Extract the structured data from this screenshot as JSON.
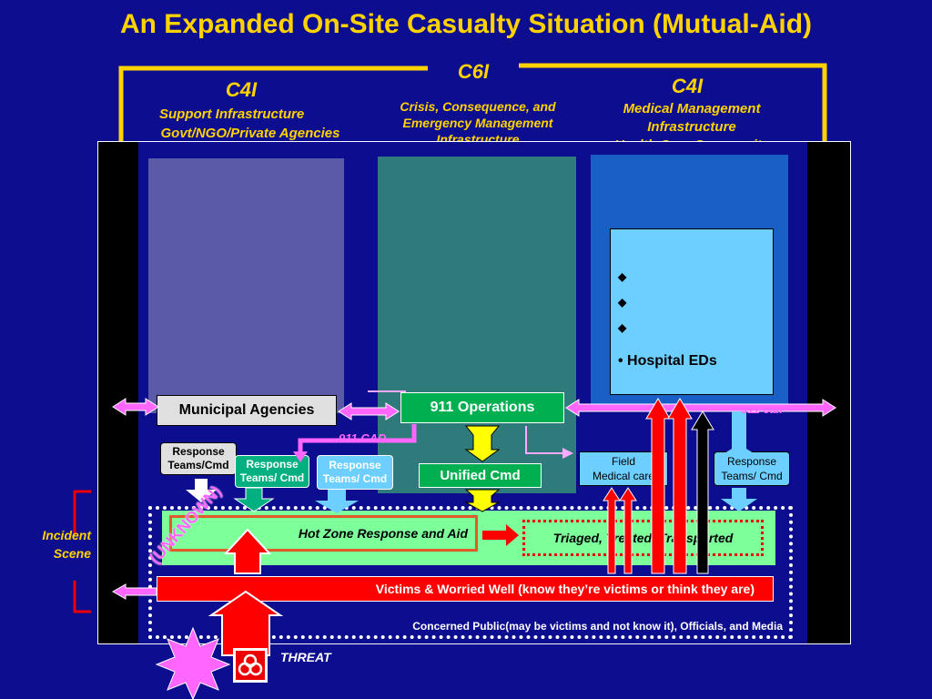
{
  "title": "An Expanded On-Site Casualty Situation (Mutual-Aid)",
  "c6i": {
    "heading": "C6I",
    "lines": [
      "Crisis, Consequence, and",
      "Emergency Management",
      "Infrastructure"
    ]
  },
  "c4i_left": {
    "heading": "C4I",
    "lines": [
      "Support Infrastructure",
      "Govt/NGO/Private Agencies"
    ]
  },
  "c4i_right": {
    "heading": "C4I",
    "lines": [
      "Medical  Management",
      "Infrastructure",
      "Health Care Community"
    ]
  },
  "hospital_list": {
    "bullets": [
      "",
      "",
      ""
    ],
    "last": "• Hospital  EDs",
    "bullet_glyph": "◆"
  },
  "boxes": {
    "municipal": "Municipal Agencies",
    "ops911": "911 Operations",
    "unified": "Unified Cmd",
    "field_med_1": "Field",
    "field_med_2": "Medical care",
    "rt_white_1": "Response",
    "rt_white_2": "Teams/Cmd",
    "rt_green_1": "Response",
    "rt_green_2": "Teams/ Cmd",
    "rt_blue_1": "Response",
    "rt_blue_2": "Teams/ Cmd",
    "rt_right_1": "Response",
    "rt_right_2": "Teams/ Cmd",
    "hot_zone": "Hot Zone Response and Aid",
    "triaged": "Triaged, Treated, Transported",
    "victims": "Victims & Worried Well (know they’re victims or think they are)",
    "concerned": "Concerned Public(may be victims and not know it), Officials, and Media",
    "unknown": "(UNKNOWN)",
    "threat": "THREAT"
  },
  "labels": {
    "cad911": "911 CAD",
    "call911": "911 call",
    "incident_1": "Incident",
    "incident_2": "Scene"
  },
  "colors": {
    "background": "#0d0d8f",
    "heading": "#ffd200",
    "left_column": "#5a5aa8",
    "mid_column": "#2f7a7a",
    "right_column": "#1a5fc6",
    "hot_zone_band": "#7dff9a",
    "victims_band": "#ff0000",
    "arrow_red": "#ff0000",
    "arrow_pink": "#ff66ff",
    "arrow_yellow": "#ffff00",
    "arrow_lightblue": "#6ccfff"
  }
}
